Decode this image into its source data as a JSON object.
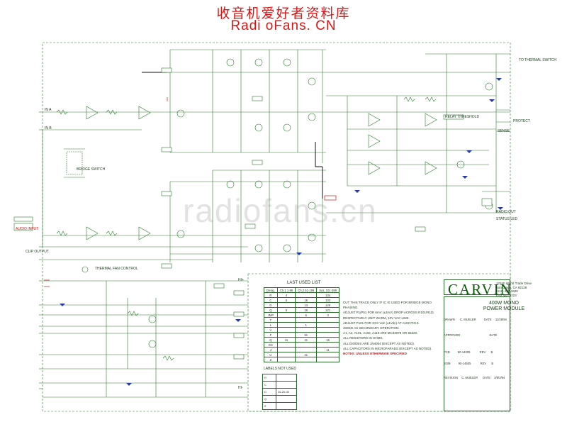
{
  "watermark": {
    "title_cn": "收音机爱好者资料库",
    "site": "Radi oFans. CN",
    "overlay": "radiofans.cn"
  },
  "title_block": {
    "brand": "CARVIN",
    "address": [
      "12340 World Trade Drive",
      "San Diego, CA 92128",
      "(619) 487-1600",
      "FAX 487-8223"
    ],
    "model_line1": "400W MONO",
    "model_line2": "POWER MODULE",
    "rows": [
      {
        "label": "DRAWN",
        "value": "C. MUELER",
        "date_label": "DATE",
        "date": "11/28/94"
      },
      {
        "label": "APPROVED",
        "value": "",
        "date_label": "DATE",
        "date": ""
      },
      {
        "label": "PCB",
        "value": "90-14005",
        "rev_label": "REV",
        "rev": "B"
      },
      {
        "label": "BOM",
        "value": "90-14505",
        "rev_label": "REV",
        "rev": "B"
      },
      {
        "label": "REVISION",
        "value": "C. MUELER",
        "date_label": "DATE",
        "date": "2/8/2/94"
      }
    ]
  },
  "last_used": {
    "title": "LAST USED LIST",
    "headers": [
      "Desig.",
      "Ch.1 1-99",
      "Ch.2 51-199",
      "Sys. 101-399"
    ],
    "rows": [
      [
        "R",
        "4",
        "",
        "134"
      ],
      [
        "C",
        "5",
        "16",
        "133"
      ],
      [
        "D",
        "",
        "13",
        "128"
      ],
      [
        "Q",
        "6",
        "26",
        "121"
      ],
      [
        "JMP",
        "",
        "6",
        "3"
      ],
      [
        "T",
        "",
        "",
        ""
      ],
      [
        "L",
        "",
        "1",
        ""
      ],
      [
        "V",
        "",
        "",
        ""
      ],
      [
        "F",
        "",
        "61",
        ""
      ],
      [
        "Q",
        "11",
        "41",
        "16"
      ],
      [
        "DX",
        "",
        "",
        ""
      ],
      [
        "J",
        "",
        "",
        "11"
      ],
      [
        "U",
        "",
        "41",
        ""
      ],
      [
        "Z",
        "",
        "",
        ""
      ]
    ]
  },
  "notes": [
    "CUT THIS TRACE ONLY IF IC IS USED FOR BRIDGE MONO PHASING.",
    "ADJUST P1/P51 FOR 6mV (±2mV) DROP ACROSS R101/R111 RESPECTIVELY UNIT WARM, 10V VAC LINE.",
    "ADJUST P101 FOR XXX Vdc (±1Vdc) AT A102 PIN 6.",
    "400DG AS SECONDARY OPERATION:",
    "A1, A2, A101, A102, A110 ARE MC33078 OR 5532S.",
    "ALL RESISTORS IN OHMS.",
    "ALL DIODES ARE 1N4004 (EXCEPT AS NOTED).",
    "ALL CAPACITORS IN MICROFARADS (EXCEPT AS NOTED)."
  ],
  "notes_footer": "NOTES:  UNLESS OTHERWISE SPECIFIED",
  "labels_not_used": {
    "title": "LABELS NOT USED",
    "rows": [
      [
        "R",
        ""
      ],
      [
        "C",
        ""
      ],
      [
        "D",
        "26-26-30"
      ],
      [
        "Q",
        ""
      ],
      [
        "Z",
        ""
      ]
    ]
  },
  "schematic_labels": {
    "input_a": "IN A",
    "input_b": "IN B",
    "bridge_switch": "BRIDGE SWITCH",
    "audio_input": "AUDIO INPUT",
    "clip_output": "CLIP OUTPUT",
    "thermal_switch": "TO THERMAL SWITCH",
    "protect": "PROTECT",
    "relay_threshold": "RELAY THRESHOLD",
    "status_led": "STATUS LED",
    "radio_out": "RADIO OUT",
    "sense": "SENSE",
    "out_plus": "HI+",
    "out_minus": "HI-",
    "thermal_fan": "THERMAL FAN CONTROL"
  }
}
